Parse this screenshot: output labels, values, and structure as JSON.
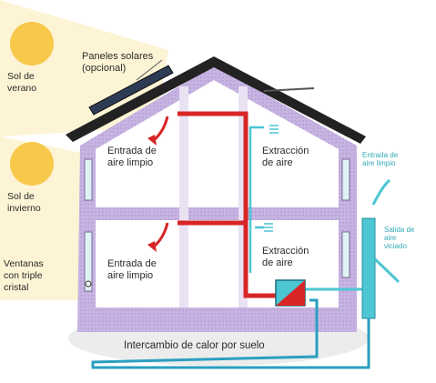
{
  "labels": {
    "solar_panels": [
      "Paneles solares",
      "(opcional)"
    ],
    "summer_sun": [
      "Sol de",
      "verano"
    ],
    "winter_sun": [
      "Sol de",
      "invierno"
    ],
    "windows": [
      "Ventanas",
      "con triple",
      "cristal"
    ],
    "intake_top": [
      "Entrada de",
      "aire limpio"
    ],
    "intake_bottom": [
      "Entrada de",
      "aire limpio"
    ],
    "extract_top": [
      "Extracción",
      "de aire"
    ],
    "extract_bottom": [
      "Extracción",
      "de aire"
    ],
    "outdoor_intake": [
      "Entrada de",
      "aire limpio"
    ],
    "outdoor_exhaust": [
      "Salida de",
      "aire",
      "viciado"
    ],
    "ground_exchange": "Intercambio de calor por suelo"
  },
  "colors": {
    "sun": "#f7c84a",
    "sun_ray": "#fdf0c4",
    "wall": "#b49bd2",
    "insulation": "#c9b7e4",
    "roof": "#222222",
    "fresh_air": "#d82525",
    "exhaust_air": "#4cc6d3",
    "ground_pipe": "#2a9fc0",
    "ground": "#ebebeb"
  }
}
